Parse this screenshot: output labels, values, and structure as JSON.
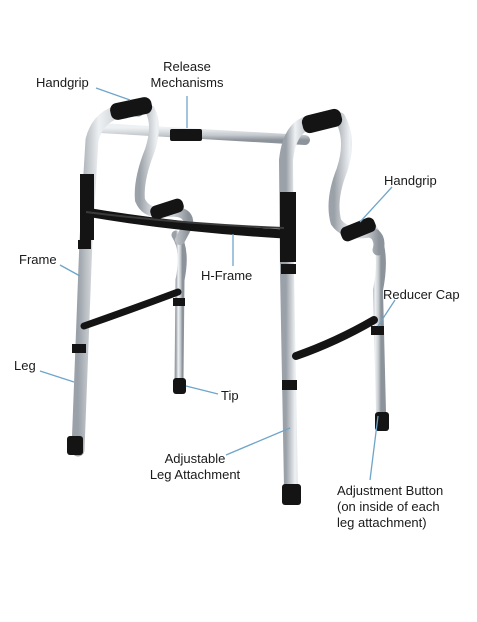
{
  "labels": {
    "handgrip_left": "Handgrip",
    "release_mechanisms": [
      "Release",
      "Mechanisms"
    ],
    "handgrip_right": "Handgrip",
    "frame": "Frame",
    "h_frame": "H-Frame",
    "reducer_cap": "Reducer Cap",
    "leg": "Leg",
    "tip": "Tip",
    "adjustable_leg_attachment": [
      "Adjustable",
      "Leg Attachment"
    ],
    "adjustment_button": [
      "Adjustment Button",
      "(on inside of each",
      "leg attachment)"
    ]
  },
  "colors": {
    "leader_line": "#6fa4c9",
    "tube_light": "#e9ecef",
    "tube_mid": "#c6cbd0",
    "tube_dark": "#8e959c",
    "black_part": "#141414"
  }
}
